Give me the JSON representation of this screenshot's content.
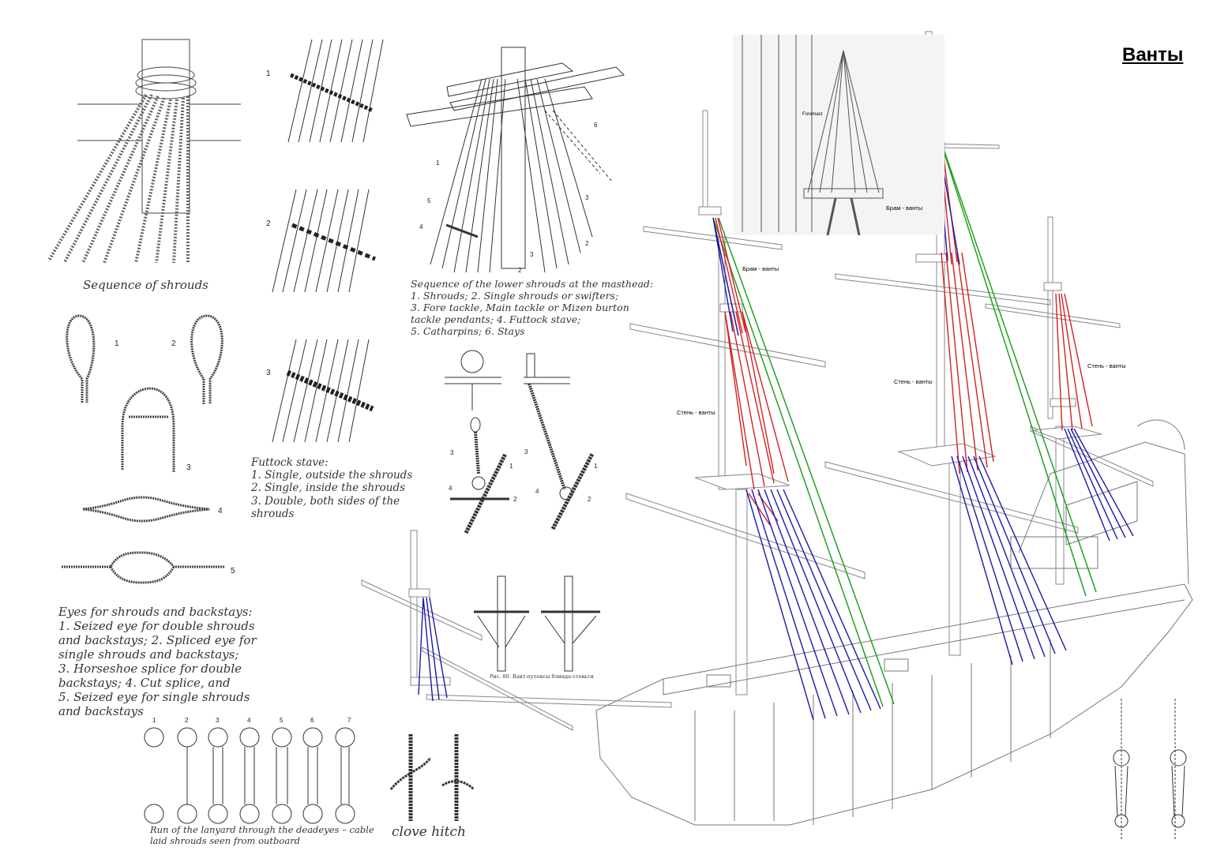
{
  "page_title": "Ванты",
  "captions": {
    "sequence_of_shrounds": "Sequence of shrouds",
    "lower_shrouds": [
      "Sequence of the lower shrouds at the masthead:",
      "1. Shrouds; 2. Single shrouds or swifters;",
      "3. Fore tackle, Main tackle or Mizen burton",
      "tackle pendants; 4. Futtock stave;",
      "5. Catharpins; 6. Stays"
    ],
    "futtock_stave": [
      "Futtock stave:",
      "1. Single, outside the shrouds",
      "2. Single, inside the shrouds",
      "3. Double, both sides of the",
      "    shrouds"
    ],
    "eyes": [
      "Eyes for shrouds and backstays:",
      "1. Seized eye for double shrouds",
      "and backstays; 2. Spliced eye for",
      "single shrouds and backstays;",
      "3. Horseshoe splice for double",
      "backstays; 4. Cut splice, and",
      "5. Seized eye for single shrouds",
      "and backstays"
    ],
    "lanyard_run": [
      "Run of the lanyard through the deadeyes – cable",
      "laid shrouds seen from outboard"
    ],
    "clove_hitch": "clove hitch",
    "fig80": "Рис. 80. Вант-путенсы блинда-стеньги",
    "foremast": "Foremast"
  },
  "ship_labels": {
    "bram_top": "Брам - ванты",
    "bram_fore": "Брам - ванты",
    "sten_fore": "Стень - ванты",
    "sten_main": "Стень - ванты",
    "sten_mizzen": "Стень - ванты"
  },
  "numbers": {
    "eye_nums": [
      "1",
      "2",
      "3",
      "4",
      "5"
    ],
    "stave_nums": [
      "1",
      "2",
      "3"
    ],
    "mast_nums": [
      "1",
      "6",
      "5",
      "4",
      "3",
      "3",
      "2",
      "2"
    ],
    "deadeye_nums_left": [
      "3",
      "4",
      "1",
      "2"
    ],
    "deadeye_nums_right": [
      "3",
      "4",
      "1",
      "2"
    ],
    "lanyard_steps": [
      "1",
      "2",
      "3",
      "4",
      "5",
      "6",
      "7"
    ]
  },
  "colors": {
    "lower_shrouds": "#1a1aa8",
    "top_shrouds": "#d42020",
    "stays": "#22a022",
    "outline": "#555555"
  }
}
